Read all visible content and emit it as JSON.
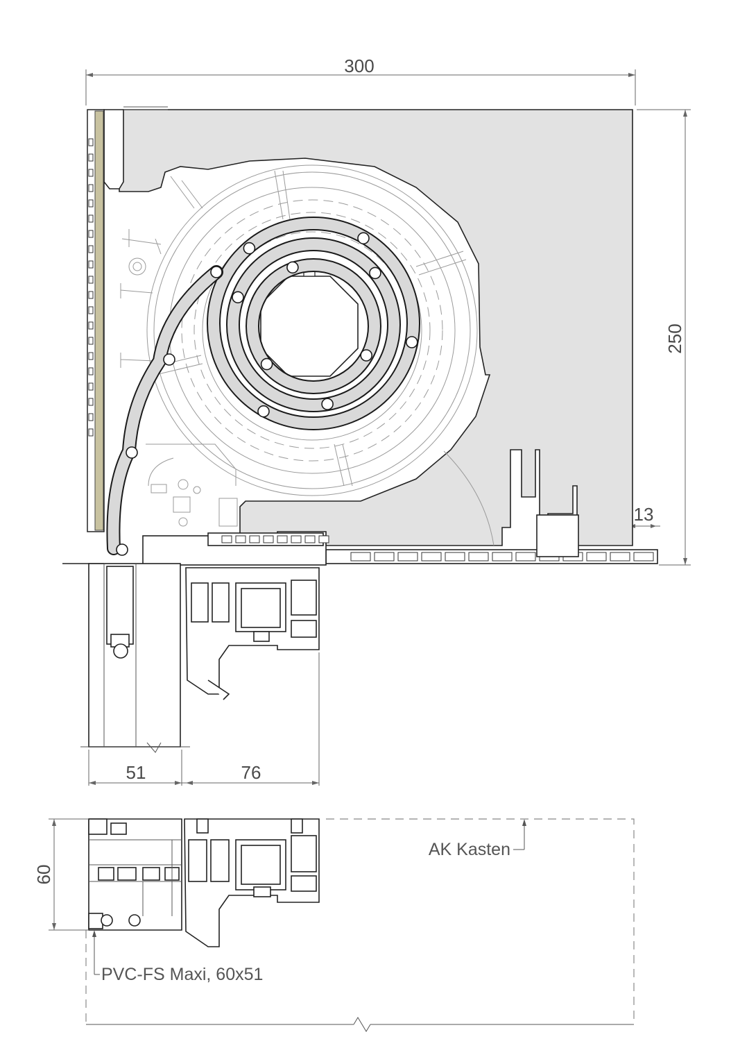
{
  "dimensions": {
    "box_width": "300",
    "box_height": "250",
    "side_offset": "13",
    "guide_width": "51",
    "frame_width": "76",
    "section_height": "60"
  },
  "labels": {
    "box_type": "AK Kasten",
    "guide_rail": "PVC-FS Maxi, 60x51"
  },
  "colors": {
    "box_fill": "#e2e2e2",
    "insulation_fill": "#c8c2a0",
    "line": "#222222",
    "dimension_line": "#666666"
  }
}
